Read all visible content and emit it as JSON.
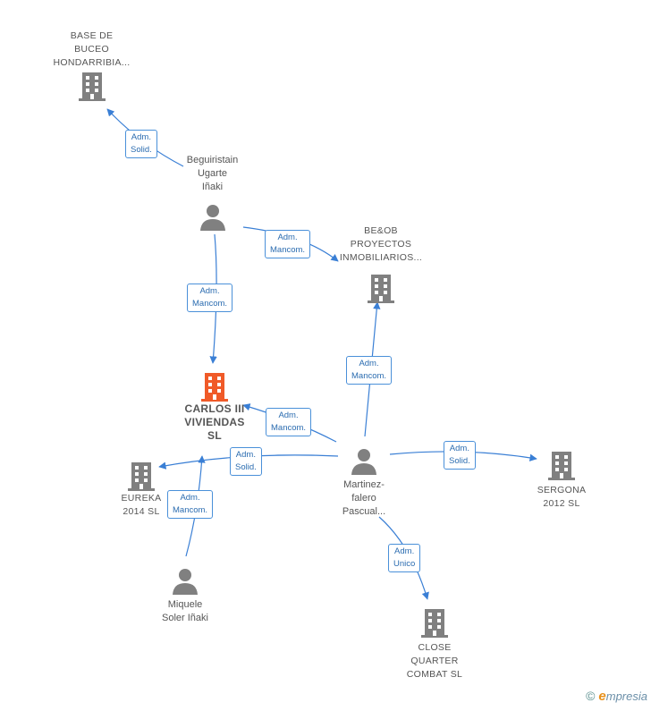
{
  "nodes": {
    "base_buceo": {
      "label": "BASE DE\nBUCEO\nHONDARRIBIA...",
      "icon": "building-icon"
    },
    "beguiristain": {
      "label": "Beguiristain\nUgarte\nIñaki",
      "icon": "person-icon"
    },
    "beob": {
      "label": "BE&OB\nPROYECTOS\nINMOBILIARIOS...",
      "icon": "building-icon"
    },
    "carlos": {
      "label": "CARLOS III\nVIVIENDAS\nSL",
      "icon": "building-icon-highlight"
    },
    "eureka": {
      "label": "EUREKA\n2014  SL",
      "icon": "building-icon"
    },
    "martinez": {
      "label": "Martinez-\nfalero\nPascual...",
      "icon": "person-icon"
    },
    "sergona": {
      "label": "SERGONA\n2012 SL",
      "icon": "building-icon"
    },
    "miquele": {
      "label": "Miquele\nSoler Iñaki",
      "icon": "person-icon"
    },
    "close": {
      "label": "CLOSE\nQUARTER\nCOMBAT SL",
      "icon": "building-icon"
    }
  },
  "edges": [
    {
      "label": "Adm.\nSolid."
    },
    {
      "label": "Adm.\nMancom."
    },
    {
      "label": "Adm.\nMancom."
    },
    {
      "label": "Adm.\nMancom."
    },
    {
      "label": "Adm.\nMancom."
    },
    {
      "label": "Adm.\nSolid."
    },
    {
      "label": "Adm.\nSolid."
    },
    {
      "label": "Adm.\nUnico"
    },
    {
      "label": "Adm.\nMancom."
    }
  ],
  "colors": {
    "edge": "#3a7fd5",
    "icon": "#808080",
    "highlight": "#f05a28"
  },
  "brand": {
    "copyright": "©",
    "name_initial": "e",
    "name_rest": "mpresia"
  }
}
